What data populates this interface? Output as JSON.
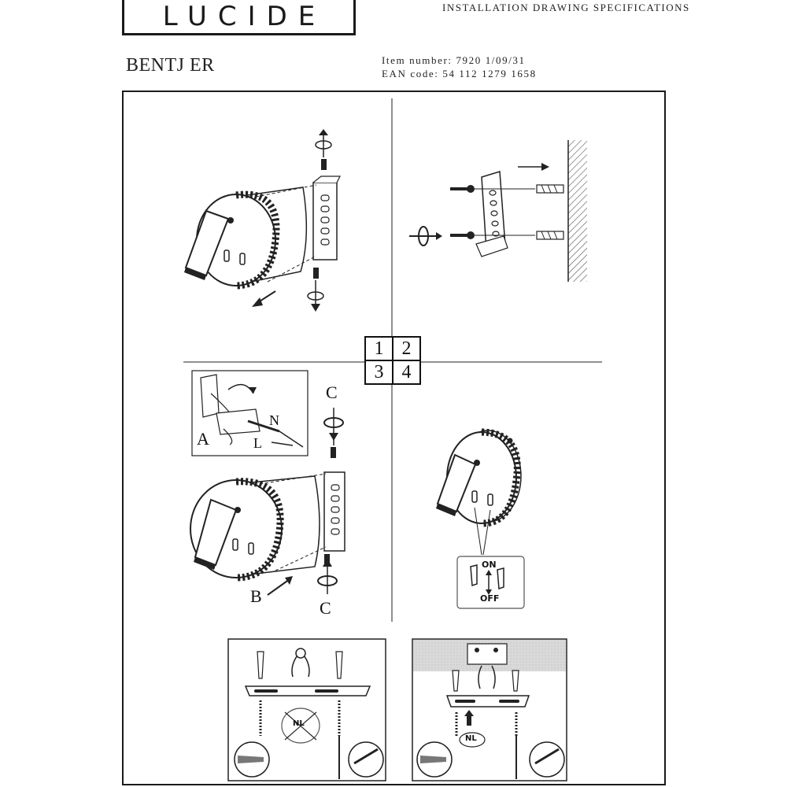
{
  "header": {
    "logo": "LUCIDE",
    "spec_title": "INSTALLATION DRAWING SPECIFICATIONS"
  },
  "product": {
    "name": "BENTJ ER",
    "item_number": "Item number: 7920 1/09/31",
    "ean_code": "EAN code: 54 112 1279 1658"
  },
  "steps": [
    "1",
    "2",
    "3",
    "4"
  ],
  "labels": {
    "a": "A",
    "l": "L",
    "n": "N",
    "c_top": "C",
    "c_bottom": "C",
    "b": "B",
    "on": "ON",
    "off": "OFF",
    "nl_left": "NL",
    "nl_right": "NL"
  }
}
